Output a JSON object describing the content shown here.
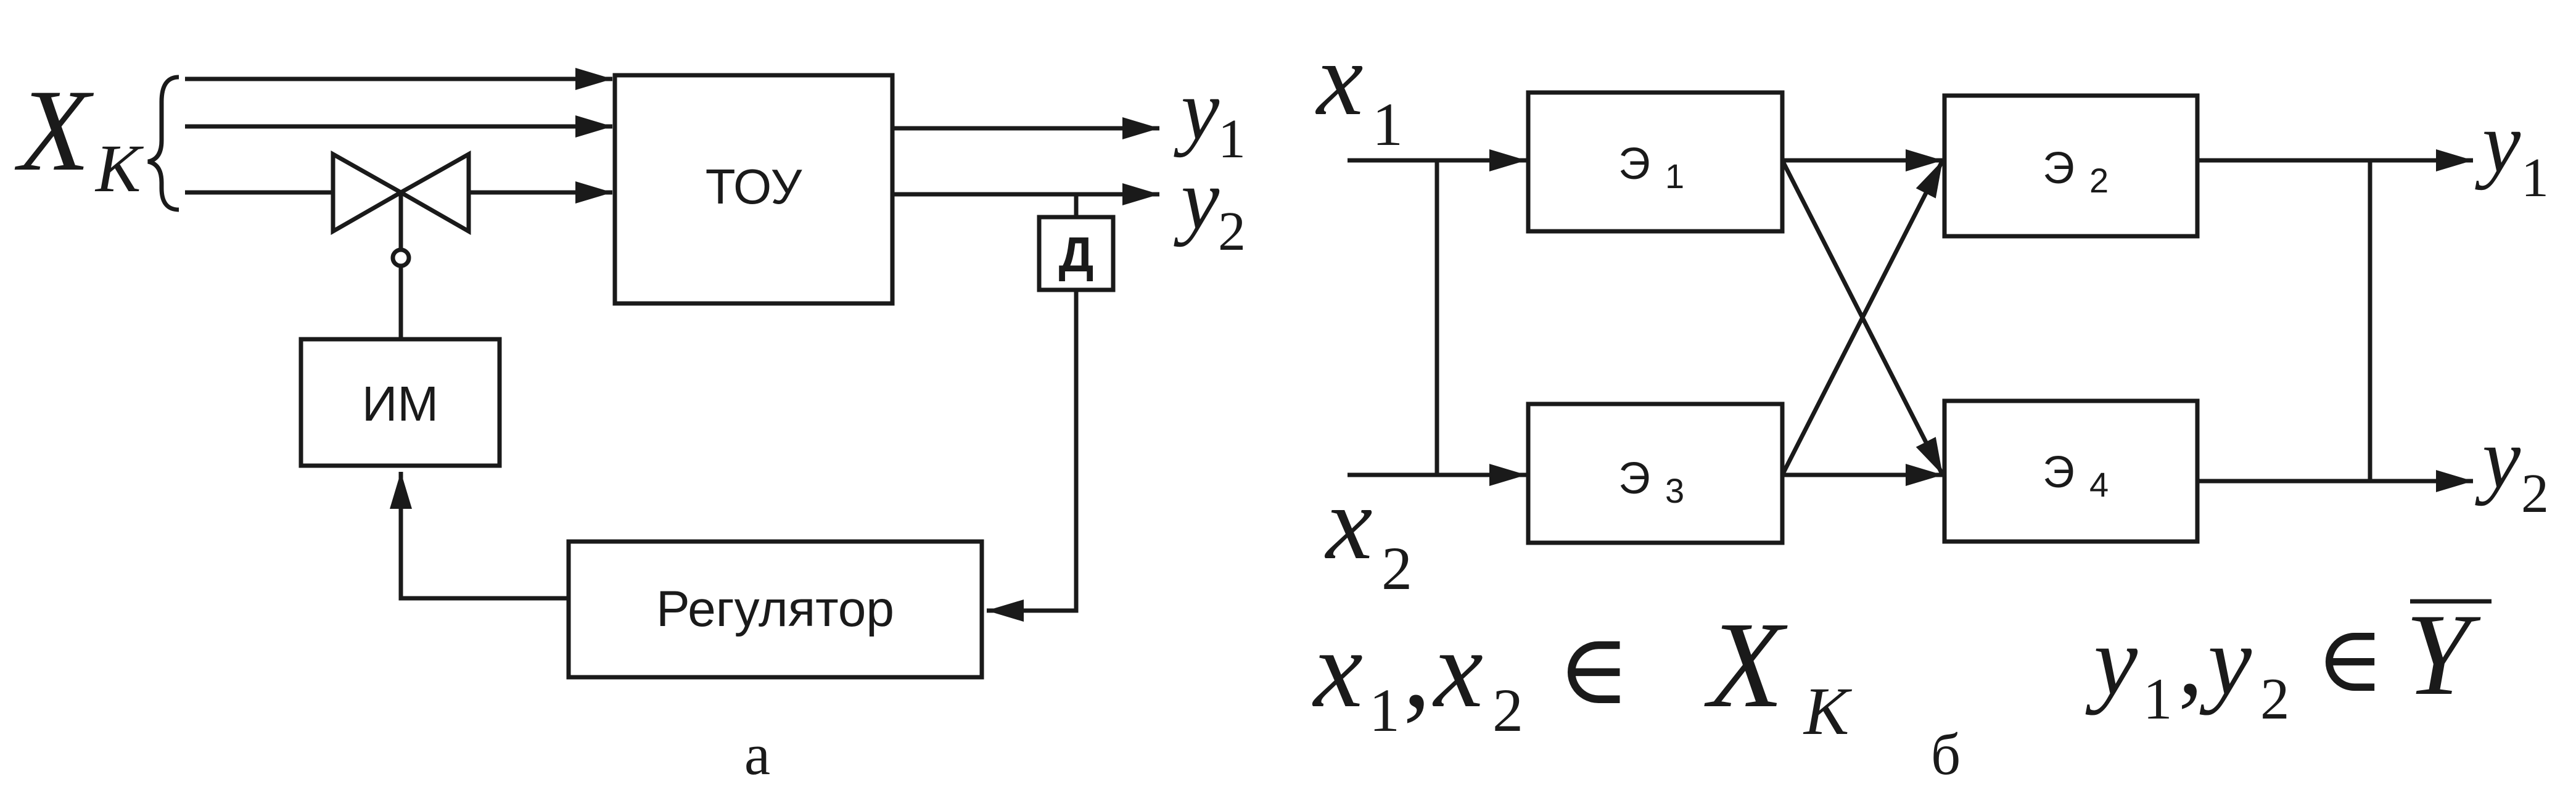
{
  "diagram_a": {
    "caption": "а",
    "input_group_label": "X",
    "input_group_sub": "K",
    "object_block": "ТОУ",
    "sensor_block": "Д",
    "actuator_block": "ИМ",
    "controller_block": "Регулятор",
    "output_1": "y",
    "output_1_sub": "1",
    "output_2": "y",
    "output_2_sub": "2"
  },
  "diagram_b": {
    "caption": "б",
    "input_1": "x",
    "input_1_sub": "1",
    "input_2": "x",
    "input_2_sub": "2",
    "element_1": "Э",
    "element_1_sub": "1",
    "element_2": "Э",
    "element_2_sub": "2",
    "element_3": "Э",
    "element_3_sub": "3",
    "element_4": "Э",
    "element_4_sub": "4",
    "output_1": "y",
    "output_1_sub": "1",
    "output_2": "y",
    "output_2_sub": "2",
    "formula_left": {
      "v1": "x",
      "s1": "1",
      "comma": ",",
      "v2": "x",
      "s2": "2",
      "rel": "∈",
      "set": "X",
      "set_sub": "K"
    },
    "formula_right": {
      "v1": "y",
      "s1": "1",
      "comma": ",",
      "v2": "y",
      "s2": "2",
      "rel": "∈",
      "set": "Y"
    }
  },
  "colors": {
    "line": "#1a1a1a",
    "background": "#ffffff"
  }
}
